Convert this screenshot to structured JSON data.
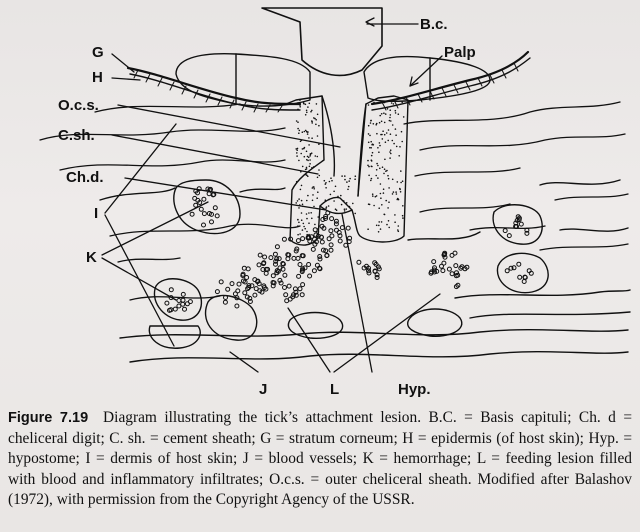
{
  "figure": {
    "labels": {
      "bc": "B.c.",
      "palp": "Palp",
      "g": "G",
      "h": "H",
      "ocs": "O.c.s.",
      "csh": "C.sh.",
      "chd": "Ch.d.",
      "i": "I",
      "k": "K",
      "j": "J",
      "l": "L",
      "hyp": "Hyp."
    },
    "caption_number": "Figure 7.19",
    "caption_text": "Diagram illustrating the tick’s attachment lesion. B.C. = Basis capituli; Ch. d = cheliceral digit; C. sh. = cement sheath; G = stratum corneum; H = epidermis (of host skin); Hyp. = hypostome; I = dermis of host skin; J = blood vessels; K = hemorrhage; L = feeding lesion filled with blood and inflammatory infiltrates; O.c.s. = outer cheliceral sheath. Modified after Balashov (1972), with permission from the Copyright Agency of the USSR."
  },
  "colors": {
    "paper": "#ebe7e6",
    "ink": "#111111"
  }
}
